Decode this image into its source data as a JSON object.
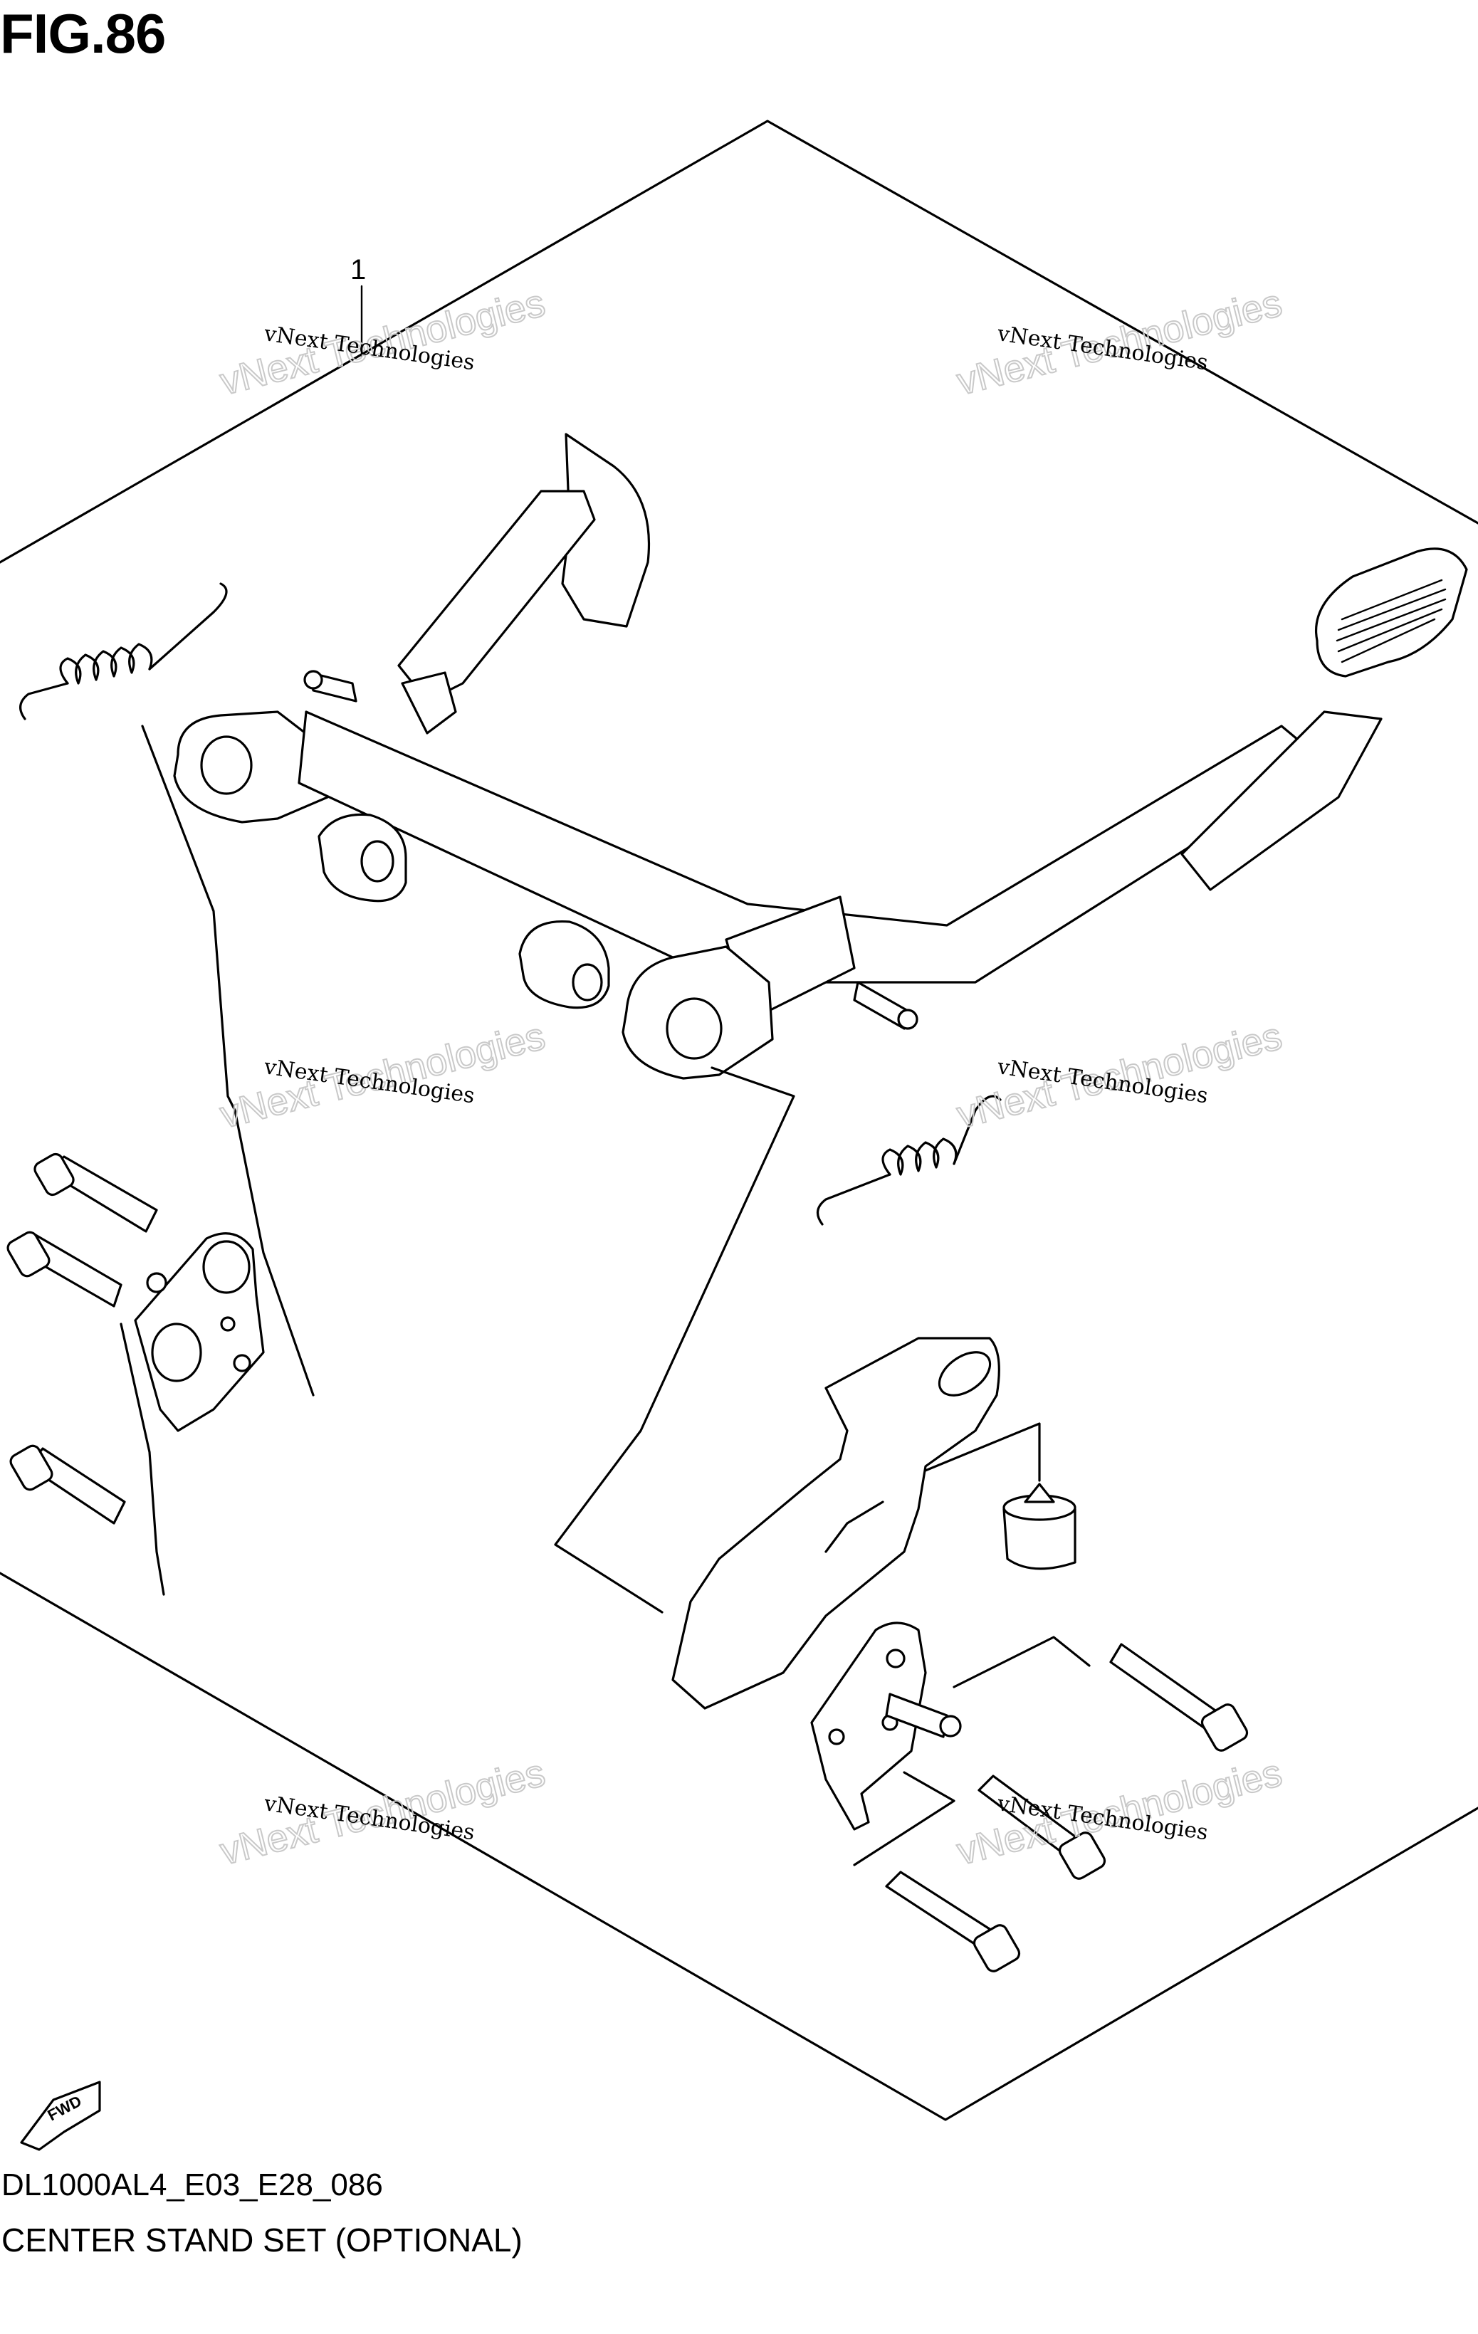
{
  "figure": {
    "title": "FIG.86"
  },
  "drawing": {
    "code": "DL1000AL4_E03_E28_086",
    "caption": "CENTER STAND SET (OPTIONAL)"
  },
  "callouts": [
    {
      "number": "1"
    }
  ],
  "watermark": {
    "small": "vNext Technologies",
    "big": "vNext Technologies"
  },
  "fwd_badge": {
    "label": "FWD"
  }
}
